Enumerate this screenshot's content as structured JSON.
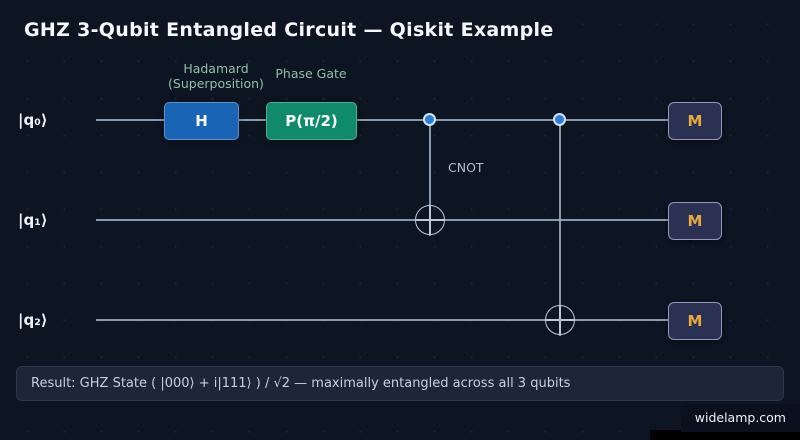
{
  "title": "GHZ 3-Qubit Entangled Circuit — Qiskit Example",
  "qubits": [
    {
      "label": "|q₀⟩"
    },
    {
      "label": "|q₁⟩"
    },
    {
      "label": "|q₂⟩"
    }
  ],
  "gates": {
    "hadamard": {
      "label": "H",
      "annotation_line1": "Hadamard",
      "annotation_line2": "(Superposition)"
    },
    "phase": {
      "label": "P(π/2)",
      "annotation": "Phase Gate"
    },
    "cnot_label": "CNOT",
    "measure_label": "M"
  },
  "result": "Result: GHZ State  ( |000⟩ + i|111⟩ ) / √2  — maximally entangled across all 3 qubits",
  "watermark": "widelamp.com",
  "colors": {
    "background": "#0d1422",
    "gate-hadamard": "#1a64b6",
    "gate-phase": "#0f8a6b",
    "measure-text": "#e7a83e",
    "control-dot": "#2b7fd6",
    "wire": "#9fb2c6",
    "annotation": "#93bfa7",
    "result-bg": "#1c2637"
  }
}
